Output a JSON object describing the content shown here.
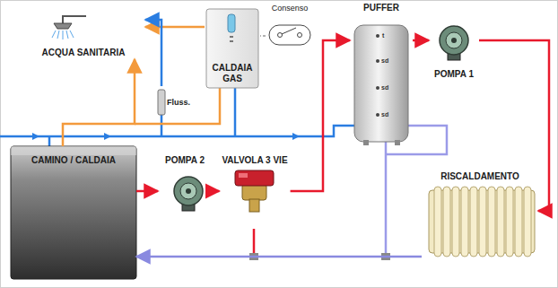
{
  "diagram": {
    "nodes": [
      {
        "text": [
          "ACQUA SANITARIA"
        ]
      },
      {
        "text": [
          "Fluss."
        ]
      },
      {
        "text": [
          "CALDAIA GAS"
        ]
      },
      {
        "text": [
          "Consenso"
        ]
      },
      {
        "text": [
          "PUFFER"
        ]
      },
      {
        "text": [
          "POMPA 1"
        ]
      },
      {
        "text": [
          "CAMINO / CALDAIA"
        ]
      },
      {
        "text": [
          "POMPA 2"
        ]
      },
      {
        "text": [
          "VALVOLA 3 VIE"
        ]
      },
      {
        "text": [
          "RISCALDAMENTO"
        ]
      }
    ],
    "edges": [
      {
        "from": 6,
        "to": 7,
        "arrow": "to"
      },
      {
        "from": 7,
        "to": 8,
        "arrow": "to"
      },
      {
        "from": 8,
        "to": 4,
        "arrow": "to"
      },
      {
        "from": 4,
        "to": 5,
        "arrow": "to"
      },
      {
        "from": 5,
        "to": 9,
        "arrow": "to"
      },
      {
        "from": 9,
        "to": 6,
        "arrow": "to"
      },
      {
        "from": 2,
        "to": 0,
        "arrow": "to"
      },
      {
        "from": 6,
        "to": 0,
        "arrow": "to"
      },
      {
        "from": 3,
        "to": 2,
        "arrow": "none"
      },
      {
        "from": 1,
        "to": 0,
        "arrow": "to"
      }
    ],
    "labels": [
      "t",
      "sd",
      "sd",
      "sd"
    ]
  }
}
